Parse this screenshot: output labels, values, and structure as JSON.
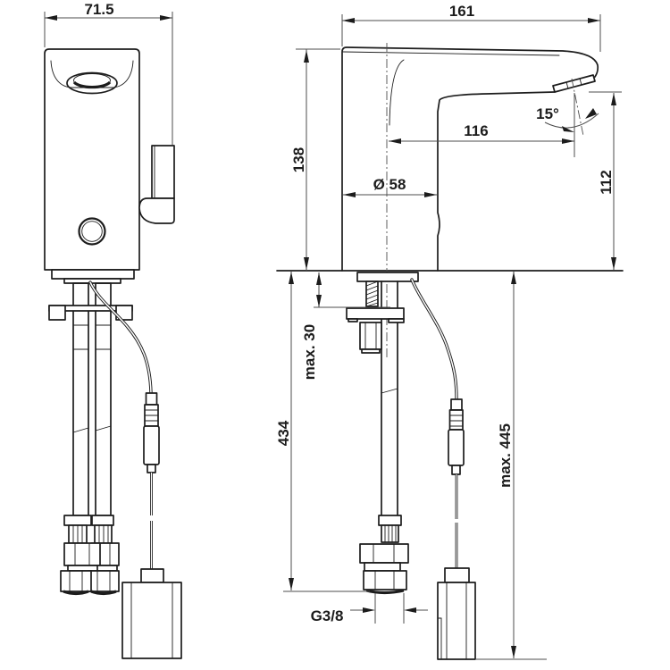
{
  "drawing": {
    "type": "technical-dimension-drawing",
    "subject": "sensor basin mixer faucet, front and side views",
    "colors": {
      "background": "#ffffff",
      "object_line": "#1c1c1c",
      "dimension_line": "#4d4d4d"
    },
    "labels": {
      "front_width": "71.5",
      "total_length": "161",
      "body_height": "138",
      "spout_reach": "116",
      "spray_angle": "15°",
      "base_diameter": "Ø 58",
      "outlet_height": "112",
      "max_deck_thickness": "max. 30",
      "supply_length": "434",
      "max_cable_length": "max. 445",
      "thread_size": "G3/8"
    }
  }
}
